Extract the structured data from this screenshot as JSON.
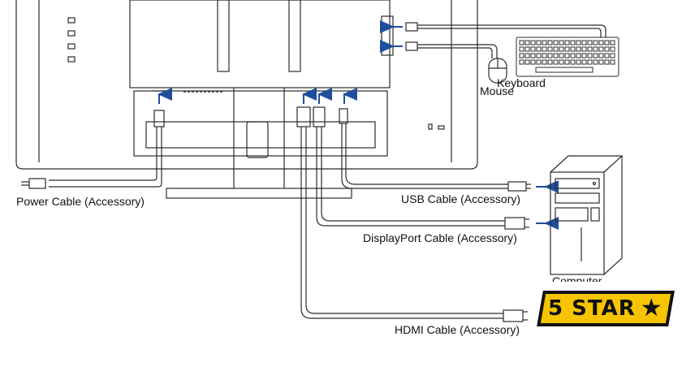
{
  "labels": {
    "keyboard": "Keyboard",
    "mouse": "Mouse",
    "power_cable": "Power Cable (Accessory)",
    "usb_cable": "USB Cable (Accessory)",
    "displayport_cable": "DisplayPort Cable (Accessory)",
    "hdmi_cable": "HDMI Cable (Accessory)",
    "computer": "Computer"
  },
  "badge": {
    "text": "5 STAR",
    "icon": "star-icon",
    "star_glyph": "★"
  },
  "colors": {
    "line": "#2b2b2b",
    "arrow": "#1f4e9c",
    "badge_bg": "#f6c400"
  }
}
